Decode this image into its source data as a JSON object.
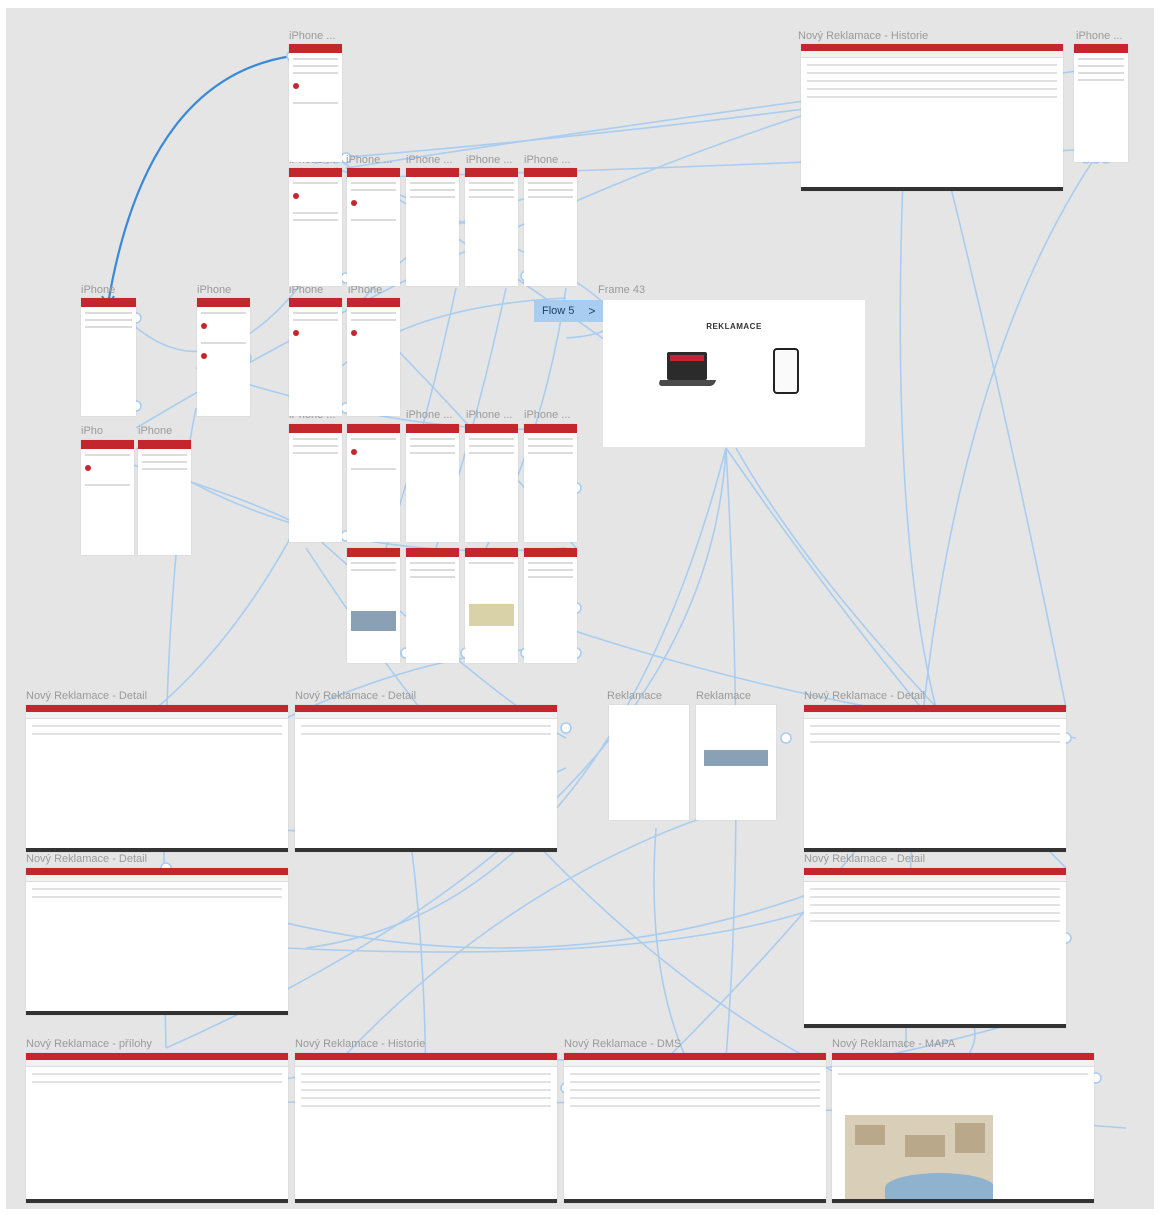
{
  "frames": {
    "iphone": "iPhone ...",
    "iphone_short": "iPhone",
    "iphone_cut": "iPho",
    "historie_top": "Nový Reklamace - Historie",
    "frame43": "Frame 43",
    "detail": "Nový Reklamace - Detail",
    "reklamace": "Reklamace",
    "prilohy": "Nový Reklamace - přílohy",
    "historie": "Nový Reklamace - Historie",
    "dms": "Nový Reklamace - DMS",
    "mapa": "Nový Reklamace - MAPA"
  },
  "flow": {
    "label": "Flow 5",
    "chevron": "chevron-right-icon"
  },
  "frame43_content": {
    "title": "REKLAMACE"
  },
  "colors": {
    "accent": "#c4262e",
    "wire": "#a9cdf0",
    "wire_active": "#3a8ad8",
    "canvas": "#e5e5e5"
  }
}
